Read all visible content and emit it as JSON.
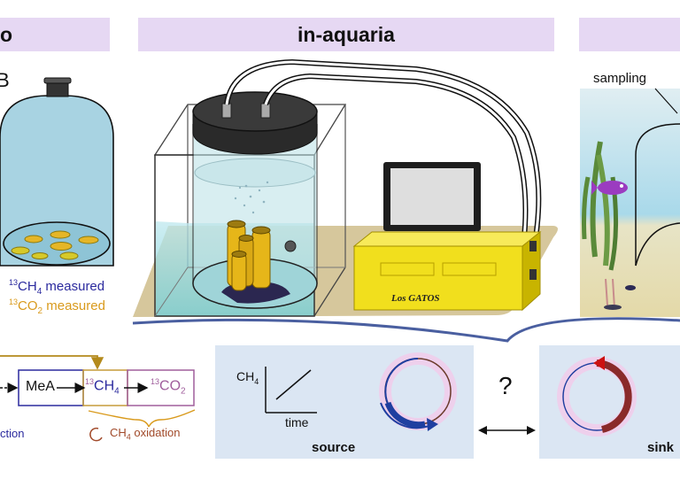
{
  "headers": {
    "left": "o",
    "center": "in-aquaria",
    "right": ""
  },
  "panel_letter": "B",
  "measured": {
    "ch4_sup": "13",
    "ch4_main": "CH",
    "ch4_sub": "4",
    "ch4_text": " measured",
    "co2_sup": "13",
    "co2_main": "CO",
    "co2_sub": "2",
    "co2_text": " measured"
  },
  "pathway": {
    "mea": "MeA",
    "ch4_sup": "13",
    "ch4_main": "CH",
    "ch4_sub": "4",
    "co2_sup": "13",
    "co2_main": "CO",
    "co2_sub": "2",
    "left_label": "ction",
    "oxidation_main": "CH",
    "oxidation_sub": "4",
    "oxidation_text": " oxidation"
  },
  "instrument_label": "Los GATOS",
  "sampling_label": "sampling",
  "graph": {
    "ylabel_main": "CH",
    "ylabel_sub": "4",
    "xlabel": "time"
  },
  "source_label": "source",
  "sink_label": "sink",
  "question_mark": "?",
  "colors": {
    "header_bg": "#e6d8f3",
    "panel_bg": "#dbe6f3",
    "ch4_color": "#2b2a9e",
    "co2_color": "#d99a1c",
    "source_arrow": "#1f3fa0",
    "sink_arrow": "#b71c1c",
    "instrument_yellow": "#f1df1d"
  }
}
